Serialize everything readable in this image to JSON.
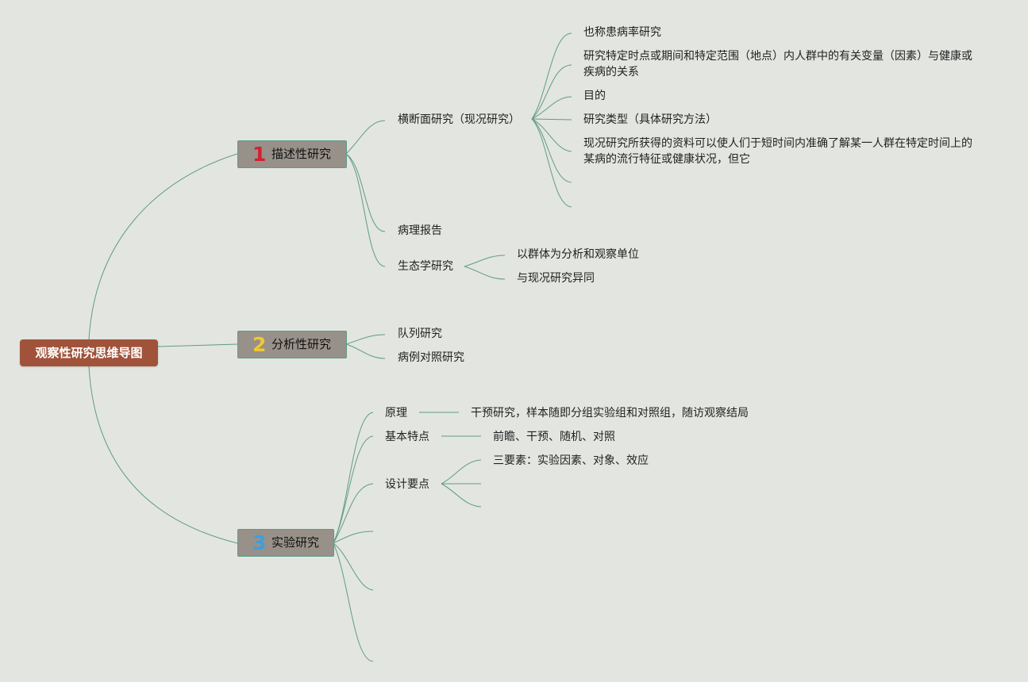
{
  "root": "观察性研究思维导图",
  "main_topics": [
    {
      "num": "1",
      "num_color": "#d42030",
      "label": "描述性研究"
    },
    {
      "num": "2",
      "num_color": "#f0c832",
      "label": "分析性研究"
    },
    {
      "num": "3",
      "num_color": "#3aa0dd",
      "label": "实验研究"
    }
  ],
  "descriptive": {
    "cross_sectional": "横断面研究（现况研究）",
    "cross_items": [
      "也称患病率研究",
      "研究特定时点或期间和特定范围（地点）内人群中的有关变量（因素）与健康或疾病的关系",
      "目的",
      "研究类型（具体研究方法）",
      "现况研究所获得的资料可以使人们于短时间内准确了解某一人群在特定时间上的某病的流行特征或健康状况，但它"
    ],
    "case_report": "病理报告",
    "ecological": "生态学研究",
    "eco_items": [
      "以群体为分析和观察单位",
      "与现况研究异同"
    ]
  },
  "analytic": {
    "items": [
      "队列研究",
      "病例对照研究"
    ]
  },
  "experimental": {
    "principle": "原理",
    "principle_text": "干预研究，样本随即分组实验组和对照组，随访观察结局",
    "features": "基本特点",
    "features_text": "前瞻、干预、随机、对照",
    "design": "设计要点",
    "design_items": [
      "三要素：实验因素、对象、效应"
    ]
  },
  "colors": {
    "link": "#5f9c87",
    "root_bg": "#a0533a",
    "topic_bg": "#979189",
    "background": "#e3e5e1"
  }
}
